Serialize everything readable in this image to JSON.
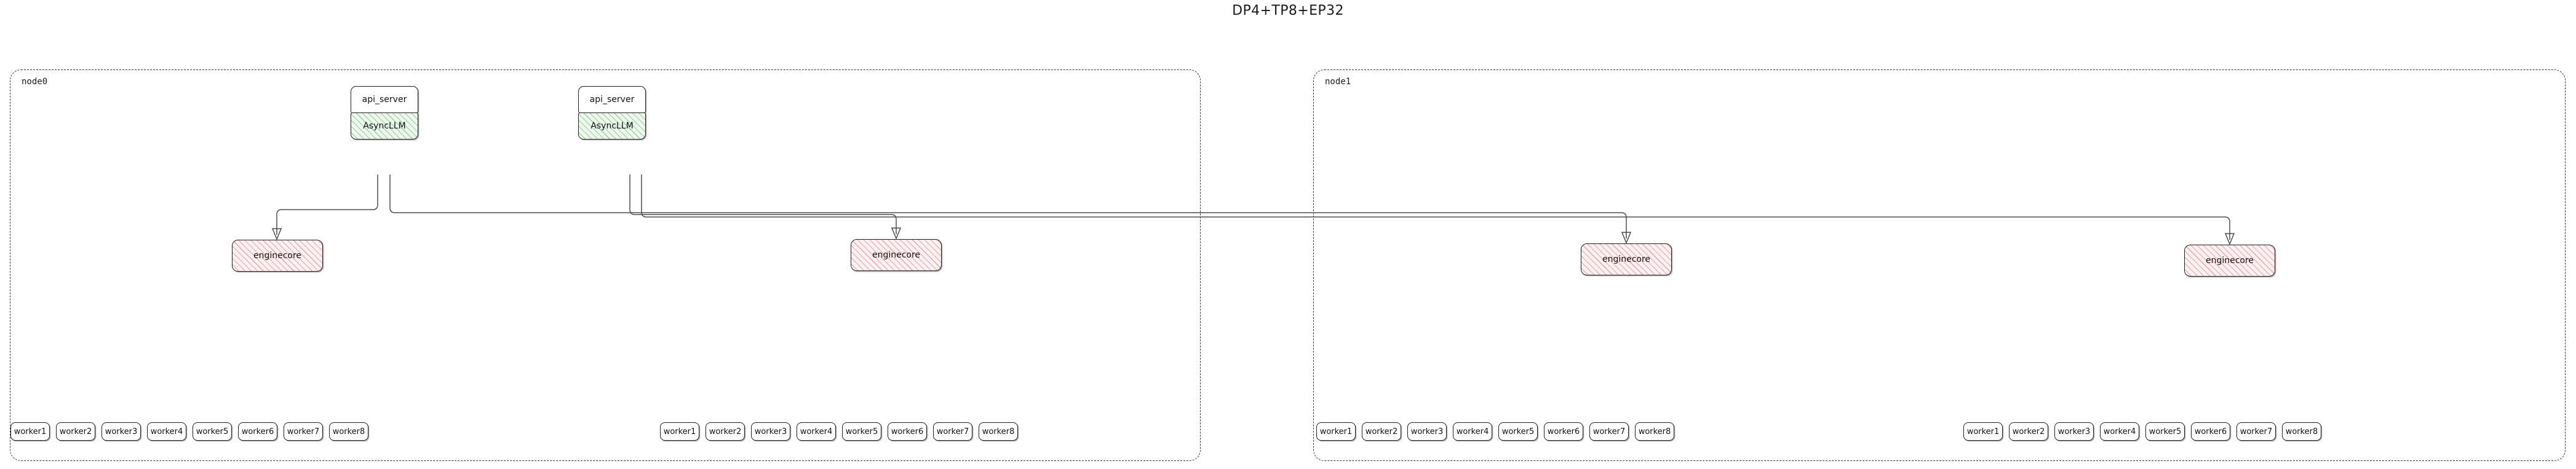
{
  "title": "DP4+TP8+EP32",
  "nodes": [
    {
      "id": "node0",
      "label": "node0",
      "api_servers": [
        {
          "label": "api_server"
        },
        {
          "label": "api_server"
        }
      ],
      "async_llms": [
        {
          "label": "AsyncLLM"
        },
        {
          "label": "AsyncLLM"
        }
      ],
      "enginecores": [
        {
          "label": "enginecore"
        },
        {
          "label": "enginecore"
        }
      ],
      "worker_groups": [
        {
          "workers": [
            "worker1",
            "worker2",
            "worker3",
            "worker4",
            "worker5",
            "worker6",
            "worker7",
            "worker8"
          ]
        },
        {
          "workers": [
            "worker1",
            "worker2",
            "worker3",
            "worker4",
            "worker5",
            "worker6",
            "worker7",
            "worker8"
          ]
        }
      ]
    },
    {
      "id": "node1",
      "label": "node1",
      "api_servers": [],
      "async_llms": [],
      "enginecores": [
        {
          "label": "enginecore"
        },
        {
          "label": "enginecore"
        }
      ],
      "worker_groups": [
        {
          "workers": [
            "worker1",
            "worker2",
            "worker3",
            "worker4",
            "worker5",
            "worker6",
            "worker7",
            "worker8"
          ]
        },
        {
          "workers": [
            "worker1",
            "worker2",
            "worker3",
            "worker4",
            "worker5",
            "worker6",
            "worker7",
            "worker8"
          ]
        }
      ]
    }
  ],
  "colors": {
    "asyncllm_hatch": "#4caf50",
    "asyncllm_fill": "#eef8ef",
    "enginecore_hatch": "#e57373",
    "enginecore_fill": "#fdf1f1",
    "edge_stroke": "#4d4d4d",
    "border": "#1f1f1f",
    "cluster_border": "#333333",
    "background": "#ffffff"
  }
}
